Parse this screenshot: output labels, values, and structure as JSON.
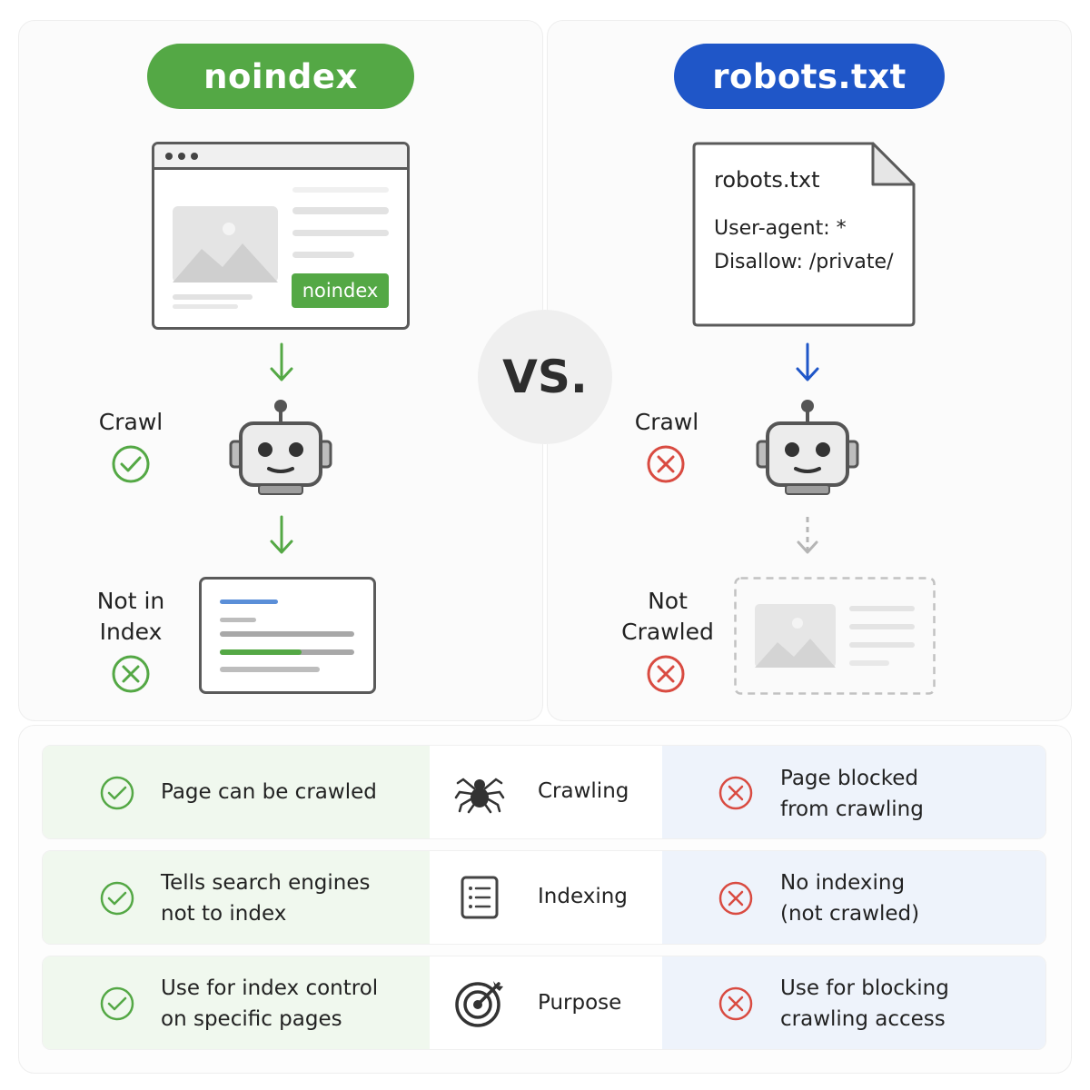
{
  "left": {
    "title": "noindex",
    "page_tag": "noindex",
    "crawl_label": "Crawl",
    "index_label": "Not in\nIndex",
    "colors": {
      "accent": "#54a845",
      "error": "#d94b41"
    }
  },
  "center": {
    "vs_label": "VS."
  },
  "right": {
    "title": "robots.txt",
    "doc": {
      "title": "robots.txt",
      "line1": "User-agent: *",
      "line2": "Disallow: /private/"
    },
    "crawl_label": "Crawl",
    "not_crawled_label": "Not\nCrawled",
    "colors": {
      "accent": "#1f56c8",
      "error": "#d94b41"
    }
  },
  "table": {
    "rows": [
      {
        "left_text": "Page can be crawled",
        "mid_icon": "spider-icon",
        "mid_label": "Crawling",
        "right_text": "Page blocked\nfrom crawling"
      },
      {
        "left_text": "Tells search engines\nnot to index",
        "mid_icon": "list-document-icon",
        "mid_label": "Indexing",
        "right_text": "No indexing\n(not crawled)"
      },
      {
        "left_text": "Use for index control\non specific pages",
        "mid_icon": "target-icon",
        "mid_label": "Purpose",
        "right_text": "Use for blocking\ncrawling access"
      }
    ]
  }
}
